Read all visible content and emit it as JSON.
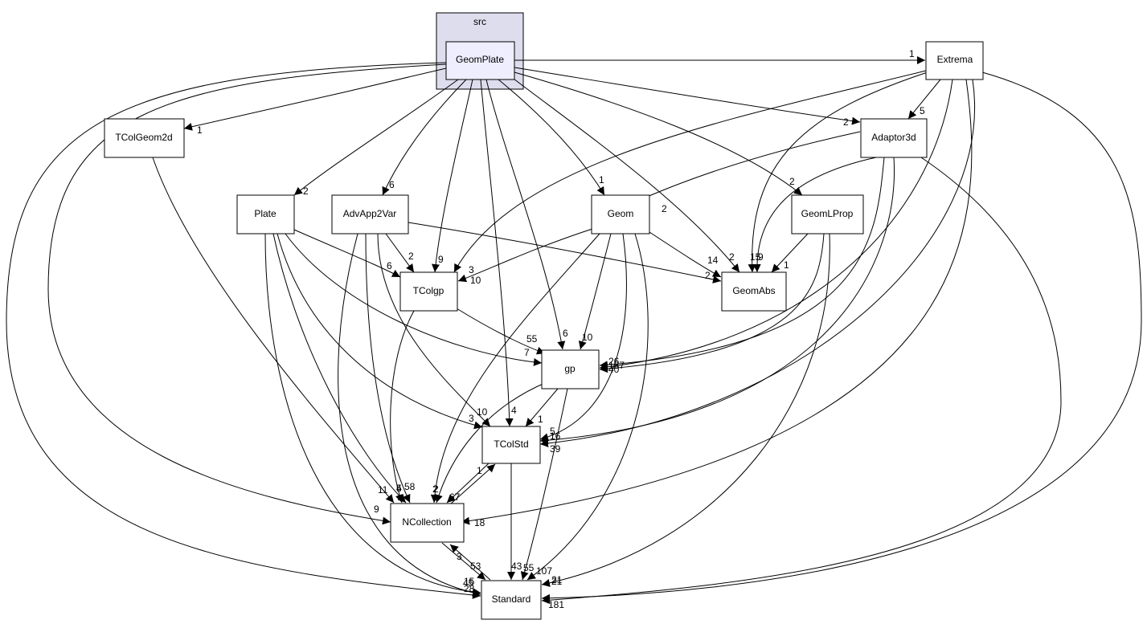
{
  "cluster": {
    "label": "src"
  },
  "nodes": {
    "geomplate": "GeomPlate",
    "extrema": "Extrema",
    "tcolgeom2d": "TColGeom2d",
    "adaptor3d": "Adaptor3d",
    "plate": "Plate",
    "advapp2var": "AdvApp2Var",
    "geom": "Geom",
    "geomlprop": "GeomLProp",
    "tcolgp": "TColgp",
    "geomabs": "GeomAbs",
    "gp": "gp",
    "tcolstd": "TColStd",
    "ncollection": "NCollection",
    "standard": "Standard"
  },
  "edges": [
    {
      "from": "GeomPlate",
      "to": "Extrema",
      "label": "1"
    },
    {
      "from": "GeomPlate",
      "to": "TColGeom2d",
      "label": "1"
    },
    {
      "from": "GeomPlate",
      "to": "Plate",
      "label": "2"
    },
    {
      "from": "GeomPlate",
      "to": "AdvApp2Var",
      "label": "6"
    },
    {
      "from": "GeomPlate",
      "to": "TColgp",
      "label": "9"
    },
    {
      "from": "GeomPlate",
      "to": "gp",
      "label": "6"
    },
    {
      "from": "GeomPlate",
      "to": "TColStd",
      "label": "4"
    },
    {
      "from": "GeomPlate",
      "to": "Geom",
      "label": "1"
    },
    {
      "from": "GeomPlate",
      "to": "GeomAbs",
      "label": "2"
    },
    {
      "from": "GeomPlate",
      "to": "GeomLProp",
      "label": "2"
    },
    {
      "from": "GeomPlate",
      "to": "Adaptor3d",
      "label": "2"
    },
    {
      "from": "GeomPlate",
      "to": "NCollection",
      "label": "9"
    },
    {
      "from": "GeomPlate",
      "to": "Standard",
      "label": "15"
    },
    {
      "from": "Extrema",
      "to": "Adaptor3d",
      "label": "5"
    },
    {
      "from": "Extrema",
      "to": "TColgp",
      "label": "3"
    },
    {
      "from": "Extrema",
      "to": "GeomAbs",
      "label": "15"
    },
    {
      "from": "Extrema",
      "to": "gp",
      "label": "187"
    },
    {
      "from": "Extrema",
      "to": "TColStd",
      "label": "39"
    },
    {
      "from": "Extrema",
      "to": "NCollection",
      "label": "18"
    },
    {
      "from": "Extrema",
      "to": "Standard",
      "label": "181"
    },
    {
      "from": "TColGeom2d",
      "to": "NCollection",
      "label": "11"
    },
    {
      "from": "Adaptor3d",
      "to": "Geom",
      "label": "2"
    },
    {
      "from": "Adaptor3d",
      "to": "GeomAbs",
      "label": "9"
    },
    {
      "from": "Adaptor3d",
      "to": "gp",
      "label": "26"
    },
    {
      "from": "Adaptor3d",
      "to": "TColStd",
      "label": "16"
    },
    {
      "from": "Adaptor3d",
      "to": "Standard",
      "label": "21"
    },
    {
      "from": "Plate",
      "to": "TColgp",
      "label": "6"
    },
    {
      "from": "Plate",
      "to": "gp",
      "label": "7"
    },
    {
      "from": "Plate",
      "to": "TColStd",
      "label": "3"
    },
    {
      "from": "Plate",
      "to": "NCollection",
      "label": "5"
    },
    {
      "from": "Plate",
      "to": "Standard",
      "label": "45"
    },
    {
      "from": "AdvApp2Var",
      "to": "TColgp",
      "label": "2"
    },
    {
      "from": "AdvApp2Var",
      "to": "GeomAbs",
      "label": "2"
    },
    {
      "from": "AdvApp2Var",
      "to": "TColStd",
      "label": "10"
    },
    {
      "from": "AdvApp2Var",
      "to": "NCollection",
      "label": "58"
    },
    {
      "from": "AdvApp2Var",
      "to": "Standard",
      "label": "28"
    },
    {
      "from": "Geom",
      "to": "TColgp",
      "label": "10"
    },
    {
      "from": "Geom",
      "to": "GeomAbs",
      "label": "14"
    },
    {
      "from": "Geom",
      "to": "gp",
      "label": "10"
    },
    {
      "from": "Geom",
      "to": "TColStd",
      "label": "5"
    },
    {
      "from": "Geom",
      "to": "NCollection",
      "label": "2"
    },
    {
      "from": "Geom",
      "to": "Standard",
      "label": "107"
    },
    {
      "from": "GeomLProp",
      "to": "GeomAbs",
      "label": "1"
    },
    {
      "from": "GeomLProp",
      "to": "gp",
      "label": "40"
    },
    {
      "from": "GeomLProp",
      "to": "Standard",
      "label": "21"
    },
    {
      "from": "TColgp",
      "to": "gp",
      "label": "55"
    },
    {
      "from": "TColgp",
      "to": "NCollection",
      "label": "4"
    },
    {
      "from": "gp",
      "to": "TColStd",
      "label": "1"
    },
    {
      "from": "gp",
      "to": "NCollection",
      "label": "2"
    },
    {
      "from": "gp",
      "to": "Standard",
      "label": "55"
    },
    {
      "from": "TColStd",
      "to": "NCollection",
      "label": "67"
    },
    {
      "from": "TColStd",
      "to": "Standard",
      "label": "43"
    },
    {
      "from": "NCollection",
      "to": "TColStd",
      "label": "1"
    },
    {
      "from": "NCollection",
      "to": "Standard",
      "label": "53"
    },
    {
      "from": "Standard",
      "to": "NCollection",
      "label": "3"
    }
  ]
}
